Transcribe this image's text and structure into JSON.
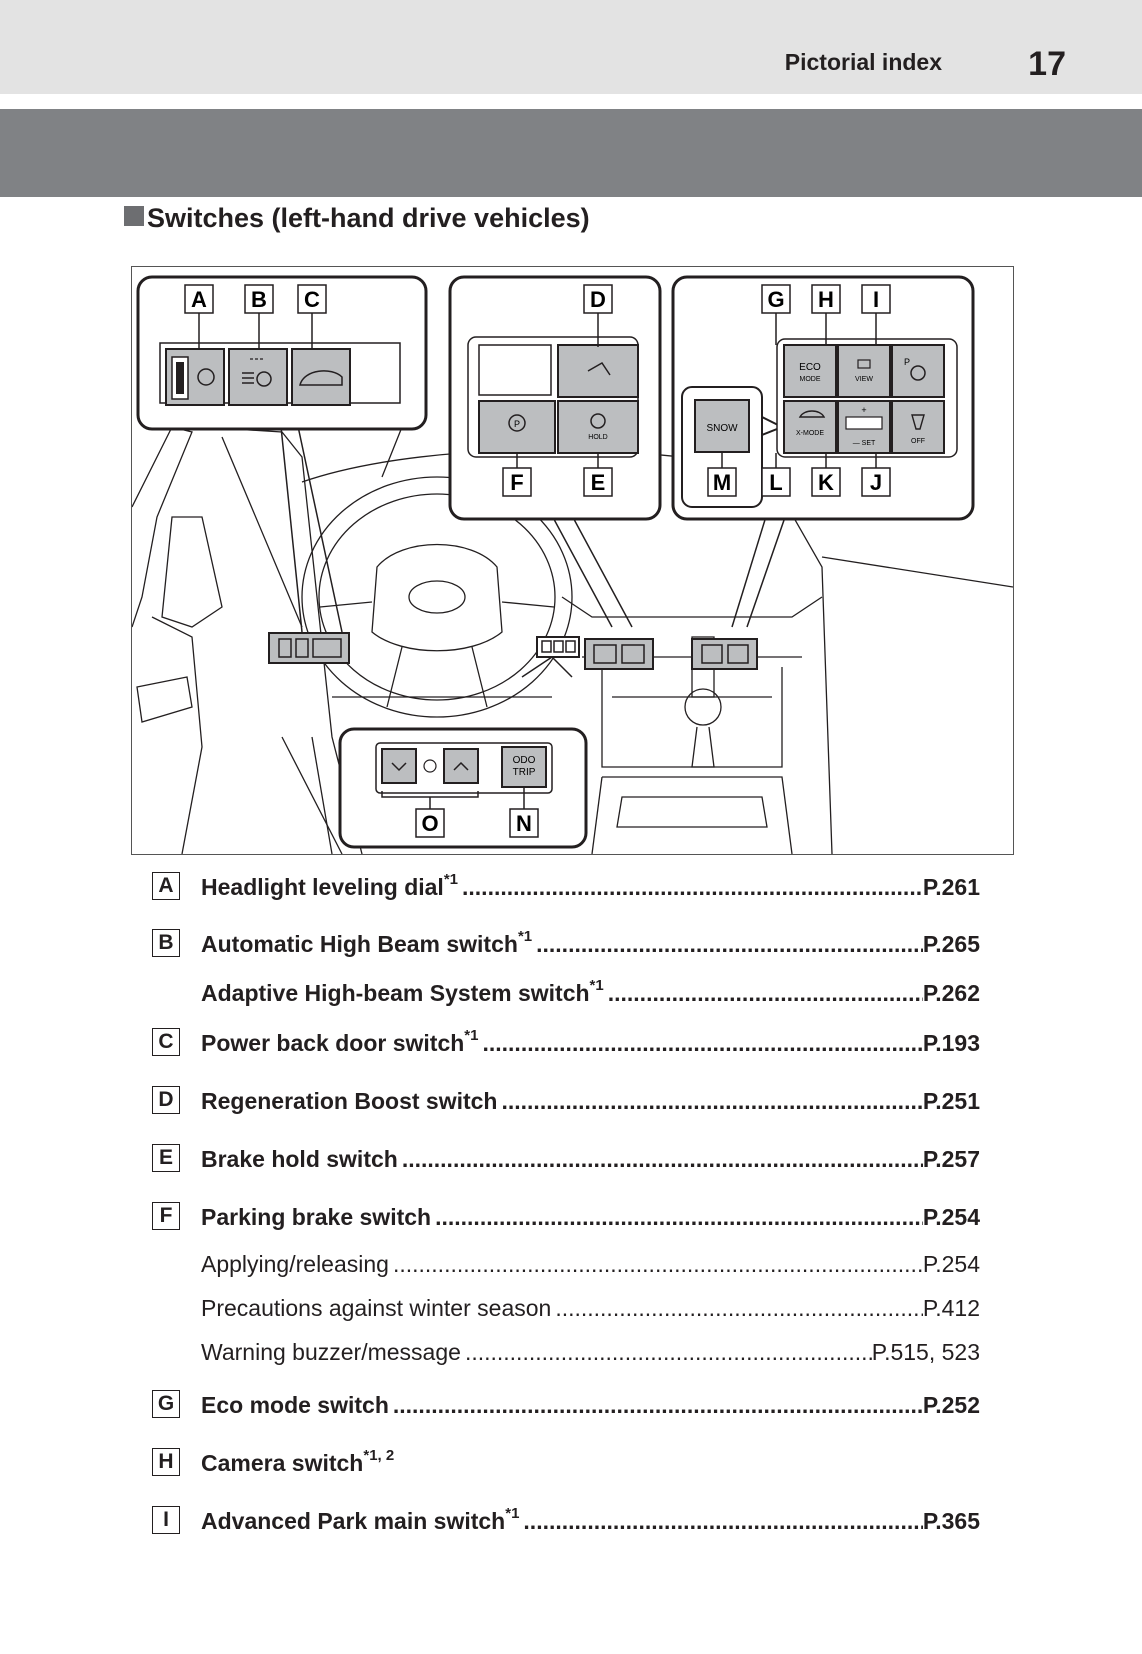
{
  "header": {
    "title": "Pictorial index",
    "page_number": "17"
  },
  "section": {
    "title": "Switches (left-hand drive vehicles)"
  },
  "figure": {
    "callouts": {
      "A": "A",
      "B": "B",
      "C": "C",
      "D": "D",
      "E": "E",
      "F": "F",
      "G": "G",
      "H": "H",
      "I": "I",
      "J": "J",
      "K": "K",
      "L": "L",
      "M": "M",
      "N": "N",
      "O": "O"
    },
    "switch_texts": {
      "snow": "SNOW",
      "eco": "ECO",
      "mode": "MODE",
      "view": "VIEW",
      "hold": "HOLD",
      "xmode": "X-MODE",
      "set": "— SET",
      "off": "OFF",
      "odo": "ODO",
      "trip": "TRIP",
      "plus": "+",
      "p": "P"
    }
  },
  "items": [
    {
      "letter": "A",
      "label": "Headlight leveling dial",
      "note": "*1",
      "ref": "P.261",
      "style": "bold"
    },
    {
      "letter": "B",
      "label": "Automatic High Beam switch",
      "note": "*1",
      "ref": "P.265",
      "style": "bold"
    },
    {
      "letter": "",
      "label": "Adaptive High-beam System switch",
      "note": "*1",
      "ref": "P.262",
      "style": "bold"
    },
    {
      "letter": "C",
      "label": "Power back door switch",
      "note": "*1",
      "ref": "P.193",
      "style": "bold"
    },
    {
      "letter": "D",
      "label": "Regeneration Boost switch",
      "note": "",
      "ref": "P.251",
      "style": "bold"
    },
    {
      "letter": "E",
      "label": "Brake hold switch",
      "note": "",
      "ref": "P.257",
      "style": "bold"
    },
    {
      "letter": "F",
      "label": "Parking brake switch",
      "note": "",
      "ref": "P.254",
      "style": "bold"
    },
    {
      "letter": "",
      "label": "Applying/releasing",
      "note": "",
      "ref": "P.254",
      "style": "sub"
    },
    {
      "letter": "",
      "label": "Precautions against winter season",
      "note": "",
      "ref": "P.412",
      "style": "sub"
    },
    {
      "letter": "",
      "label": "Warning buzzer/message",
      "note": "",
      "ref": "P.515, 523",
      "style": "sub"
    },
    {
      "letter": "G",
      "label": "Eco mode switch",
      "note": "",
      "ref": "P.252",
      "style": "bold"
    },
    {
      "letter": "H",
      "label": "Camera switch",
      "note": "*1, 2",
      "ref": "",
      "style": "bold"
    },
    {
      "letter": "I",
      "label": "Advanced Park main switch",
      "note": "*1",
      "ref": "P.365",
      "style": "bold"
    }
  ]
}
